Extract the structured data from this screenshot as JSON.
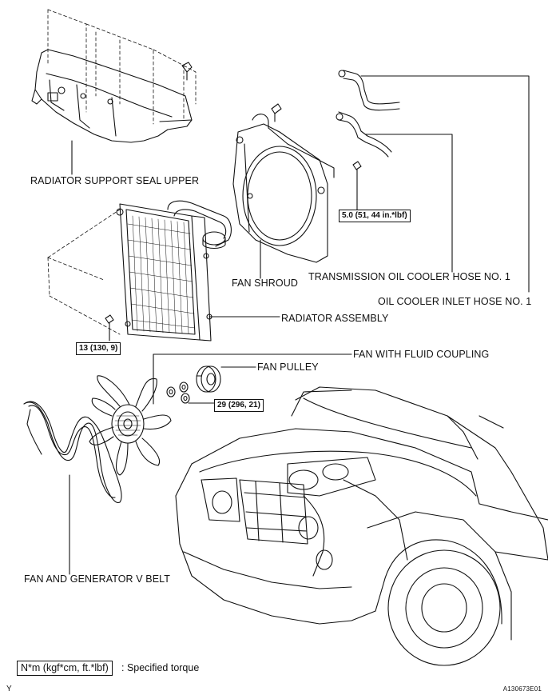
{
  "labels": {
    "radiator_support_seal_upper": "RADIATOR SUPPORT SEAL UPPER",
    "fan_shroud": "FAN SHROUD",
    "transmission_oil_cooler_hose": "TRANSMISSION OIL COOLER HOSE NO. 1",
    "oil_cooler_inlet_hose": "OIL COOLER INLET HOSE NO. 1",
    "radiator_assembly": "RADIATOR ASSEMBLY",
    "fan_with_fluid_coupling": "FAN WITH FLUID COUPLING",
    "fan_pulley": "FAN PULLEY",
    "fan_and_generator_v_belt": "FAN AND GENERATOR V BELT"
  },
  "torques": {
    "shroud_bolt": "5.0 (51, 44 in.*lbf)",
    "radiator_bolt": "13 (130, 9)",
    "fan_nut": "29 (296, 21)"
  },
  "legend": {
    "unit_box": "N*m (kgf*cm, ft.*lbf)",
    "description": ": Specified torque"
  },
  "corner_mark": "Y",
  "figure_id": "A130673E01"
}
